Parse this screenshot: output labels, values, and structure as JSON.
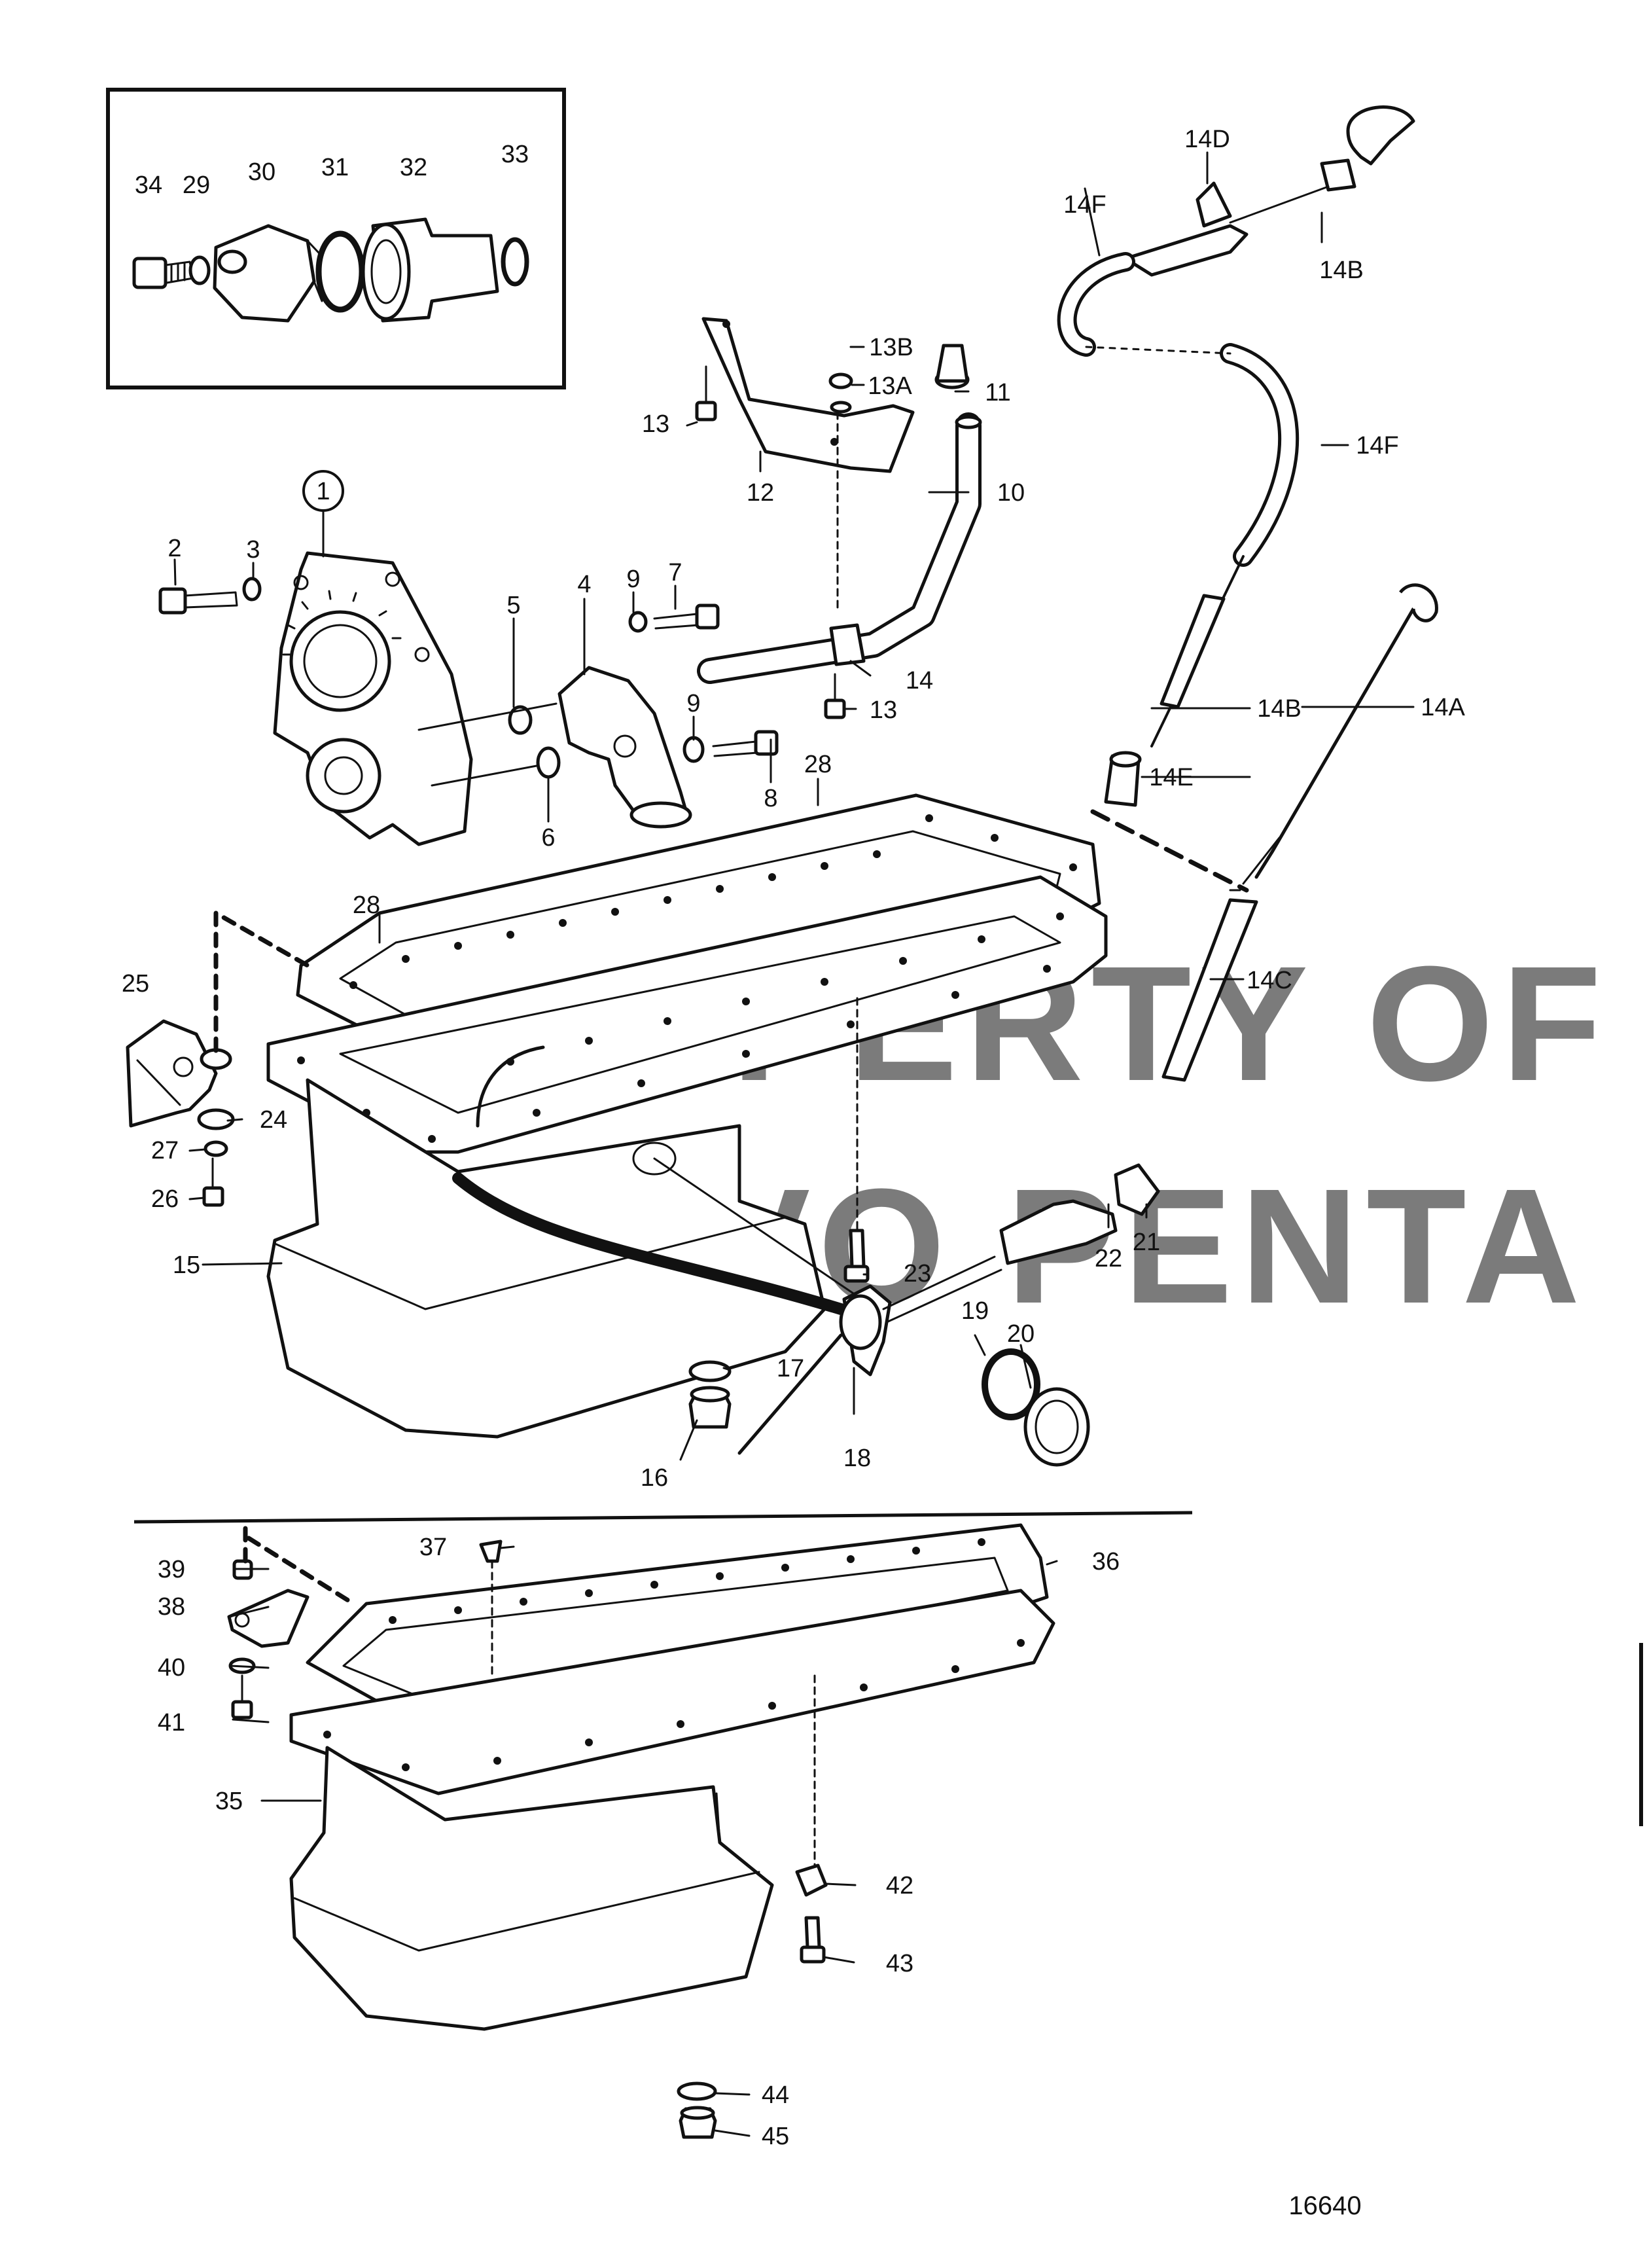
{
  "drawing_number": "16640",
  "watermark": {
    "line1": "PROPERTY OF",
    "line2": "VOLVO PENTA"
  },
  "callouts": {
    "c1": "1",
    "c2": "2",
    "c3": "3",
    "c4": "4",
    "c5": "5",
    "c6": "6",
    "c7": "7",
    "c8": "8",
    "c9a": "9",
    "c9b": "9",
    "c10": "10",
    "c11": "11",
    "c12": "12",
    "c13a": "13",
    "c13b": "13",
    "c13A": "13A",
    "c13B": "13B",
    "c14": "14",
    "c14A": "14A",
    "c14B_top": "14B",
    "c14B_mid": "14B",
    "c14C": "14C",
    "c14D": "14D",
    "c14E": "14E",
    "c14F_top": "14F",
    "c14F_mid": "14F",
    "c15": "15",
    "c16": "16",
    "c17": "17",
    "c18": "18",
    "c19": "19",
    "c20": "20",
    "c21": "21",
    "c22": "22",
    "c23": "23",
    "c24": "24",
    "c25": "25",
    "c26": "26",
    "c27": "27",
    "c28a": "28",
    "c28b": "28",
    "c29": "29",
    "c30": "30",
    "c31": "31",
    "c32": "32",
    "c33": "33",
    "c34": "34",
    "c35": "35",
    "c36": "36",
    "c37": "37",
    "c38": "38",
    "c39": "39",
    "c40": "40",
    "c41": "41",
    "c42": "42",
    "c43": "43",
    "c44": "44",
    "c45": "45"
  },
  "colors": {
    "ink": "#111111",
    "paper": "#ffffff",
    "watermark": "#d9d9d9"
  }
}
